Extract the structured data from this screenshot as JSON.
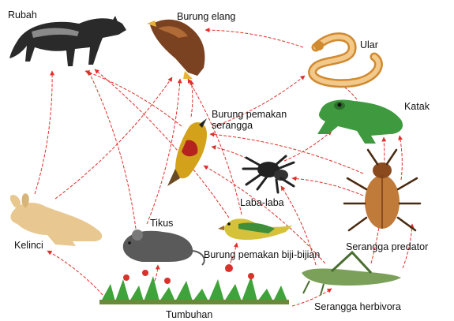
{
  "colors": {
    "arrow": "#e0302a",
    "text": "#111111",
    "grass": "#3fa23a",
    "flower": "#d8322a"
  },
  "organisms": {
    "fox": {
      "label": "Rubah",
      "icon": "fox-icon"
    },
    "eagle": {
      "label": "Burung elang",
      "icon": "eagle-icon"
    },
    "snake": {
      "label": "Ular",
      "icon": "snake-icon"
    },
    "frog": {
      "label": "Katak",
      "icon": "frog-icon"
    },
    "insect_bird": {
      "label": "Burung pemakan serangga",
      "icon": "insectivore-bird-icon"
    },
    "spider": {
      "label": "Laba-laba",
      "icon": "spider-icon"
    },
    "beetle": {
      "label": "Serangga predator",
      "icon": "beetle-icon"
    },
    "rabbit": {
      "label": "Kelinci",
      "icon": "rabbit-icon"
    },
    "mouse": {
      "label": "Tikus",
      "icon": "mouse-icon"
    },
    "seed_bird": {
      "label": "Burung pemakan biji-bijian",
      "icon": "seed-bird-icon"
    },
    "grasshopper": {
      "label": "Serangga herbivora",
      "icon": "grasshopper-icon"
    },
    "plants": {
      "label": "Tumbuhan",
      "icon": "plants-icon"
    }
  },
  "links": [
    {
      "from": "snake",
      "to": "eagle"
    },
    {
      "from": "frog",
      "to": "snake"
    },
    {
      "from": "insect_bird",
      "to": "snake"
    },
    {
      "from": "insect_bird",
      "to": "eagle"
    },
    {
      "from": "insect_bird",
      "to": "fox"
    },
    {
      "from": "spider",
      "to": "frog"
    },
    {
      "from": "spider",
      "to": "insect_bird"
    },
    {
      "from": "beetle",
      "to": "frog"
    },
    {
      "from": "beetle",
      "to": "insect_bird"
    },
    {
      "from": "beetle",
      "to": "spider"
    },
    {
      "from": "rabbit",
      "to": "fox"
    },
    {
      "from": "rabbit",
      "to": "eagle"
    },
    {
      "from": "mouse",
      "to": "fox"
    },
    {
      "from": "mouse",
      "to": "eagle"
    },
    {
      "from": "seed_bird",
      "to": "fox"
    },
    {
      "from": "seed_bird",
      "to": "eagle"
    },
    {
      "from": "grasshopper",
      "to": "spider"
    },
    {
      "from": "grasshopper",
      "to": "insect_bird"
    },
    {
      "from": "grasshopper",
      "to": "frog"
    },
    {
      "from": "grasshopper",
      "to": "beetle"
    },
    {
      "from": "plants",
      "to": "rabbit"
    },
    {
      "from": "plants",
      "to": "mouse"
    },
    {
      "from": "plants",
      "to": "seed_bird"
    },
    {
      "from": "plants",
      "to": "grasshopper"
    }
  ]
}
